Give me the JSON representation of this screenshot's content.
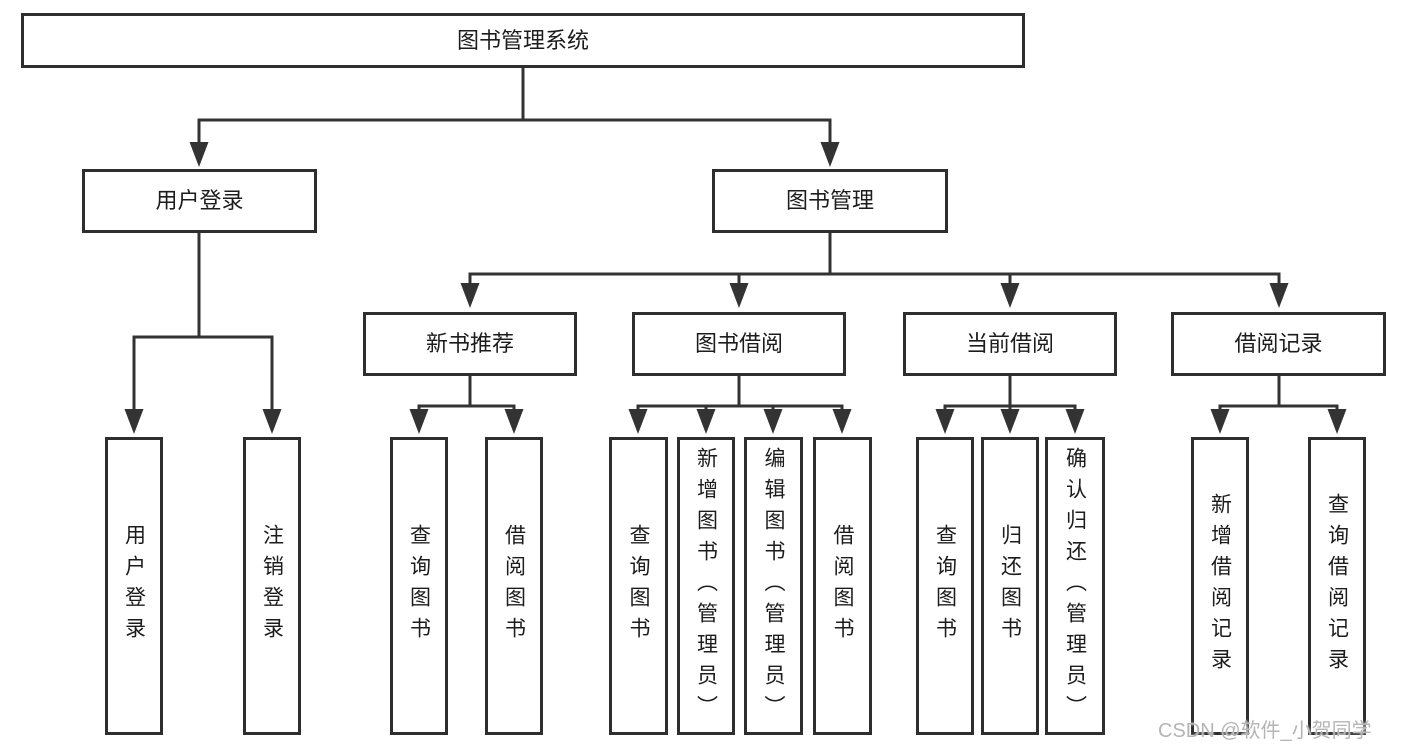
{
  "diagram": {
    "root": {
      "label": "图书管理系统"
    },
    "level2": {
      "user_login": {
        "label": "用户登录"
      },
      "book_management": {
        "label": "图书管理"
      }
    },
    "level3": {
      "new_book_recommend": {
        "label": "新书推荐"
      },
      "book_borrowing": {
        "label": "图书借阅"
      },
      "current_borrowing": {
        "label": "当前借阅"
      },
      "borrowing_records": {
        "label": "借阅记录"
      }
    },
    "leaves": {
      "login_user_login": {
        "label": "用户登录"
      },
      "login_logout": {
        "label": "注销登录"
      },
      "rec_query_books": {
        "label": "查询图书"
      },
      "rec_borrow_books": {
        "label": "借阅图书"
      },
      "bor_query_books": {
        "label": "查询图书"
      },
      "bor_add_books_admin": {
        "label": "新增图书（管理员）"
      },
      "bor_edit_books_admin": {
        "label": "编辑图书（管理员）"
      },
      "bor_borrow_books": {
        "label": "借阅图书"
      },
      "cur_query_books": {
        "label": "查询图书"
      },
      "cur_return_books": {
        "label": "归还图书"
      },
      "cur_confirm_return_admin": {
        "label": "确认归还（管理员）"
      },
      "recd_add_record": {
        "label": "新增借阅记录"
      },
      "recd_query_record": {
        "label": "查询借阅记录"
      }
    },
    "watermark": "CSDN @软件_小贺同学",
    "colors": {
      "line": "#333333",
      "box_border": "#2e2e2e",
      "box_fill": "#ffffff",
      "text": "#1c1c1c",
      "watermark": "#b5b5b5",
      "background": "#ffffff"
    }
  }
}
